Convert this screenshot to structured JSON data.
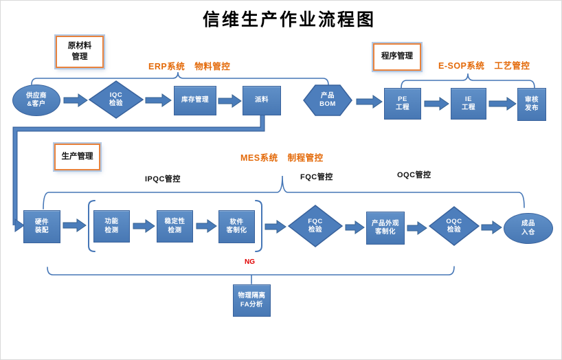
{
  "title": "信维生产作业流程图",
  "colors": {
    "shape_blue": "#4d7ebc",
    "shape_border": "#38619b",
    "connector_blue": "#4576b6",
    "section_orange": "#e36a0a",
    "tag_border_orange": "#e8823c",
    "ng_red": "#e00000"
  },
  "tags": {
    "raw_material": {
      "lines": [
        "原材料",
        "管理"
      ]
    },
    "program": {
      "lines": [
        "程序管理"
      ]
    },
    "production": {
      "lines": [
        "生产管理"
      ]
    }
  },
  "section_labels": {
    "erp": {
      "system": "ERP系统",
      "scope": "物料管控"
    },
    "esop": {
      "system": "E-SOP系统",
      "scope": "工艺管控"
    },
    "mes": {
      "system": "MES系统",
      "scope": "制程管控"
    }
  },
  "stage_labels": {
    "ipqc": "IPQC管控",
    "fqc": "FQC管控",
    "oqc": "OQC管控"
  },
  "ng_label": "NG",
  "nodes": {
    "supplier": {
      "shape": "ellipse",
      "lines": [
        "供应商",
        "&客户"
      ]
    },
    "iqc": {
      "shape": "diamond",
      "lines": [
        "IQC",
        "检验"
      ]
    },
    "inventory": {
      "shape": "rect",
      "lines": [
        "库存管理"
      ]
    },
    "dispatch": {
      "shape": "rect",
      "lines": [
        "派料"
      ]
    },
    "bom": {
      "shape": "hexagon",
      "lines": [
        "产品",
        "BOM"
      ]
    },
    "pe": {
      "shape": "rect",
      "lines": [
        "PE",
        "工程"
      ]
    },
    "ie": {
      "shape": "rect",
      "lines": [
        "IE",
        "工程"
      ]
    },
    "audit": {
      "shape": "rect",
      "lines": [
        "审核",
        "发布"
      ]
    },
    "assembly": {
      "shape": "rect",
      "lines": [
        "硬件",
        "装配"
      ]
    },
    "func_test": {
      "shape": "rect",
      "lines": [
        "功能",
        "检测"
      ]
    },
    "stability_test": {
      "shape": "rect",
      "lines": [
        "稳定性",
        "检测"
      ]
    },
    "software_custom": {
      "shape": "rect",
      "lines": [
        "软件",
        "客制化"
      ]
    },
    "fqc": {
      "shape": "diamond",
      "lines": [
        "FQC",
        "检验"
      ]
    },
    "appearance_custom": {
      "shape": "rect",
      "lines": [
        "产品外观",
        "客制化"
      ]
    },
    "oqc": {
      "shape": "diamond",
      "lines": [
        "OQC",
        "检验"
      ]
    },
    "warehouse": {
      "shape": "ellipse",
      "lines": [
        "成品",
        "入仓"
      ]
    },
    "fa_analysis": {
      "shape": "rect",
      "lines": [
        "物理隔离",
        "FA分析"
      ]
    }
  }
}
